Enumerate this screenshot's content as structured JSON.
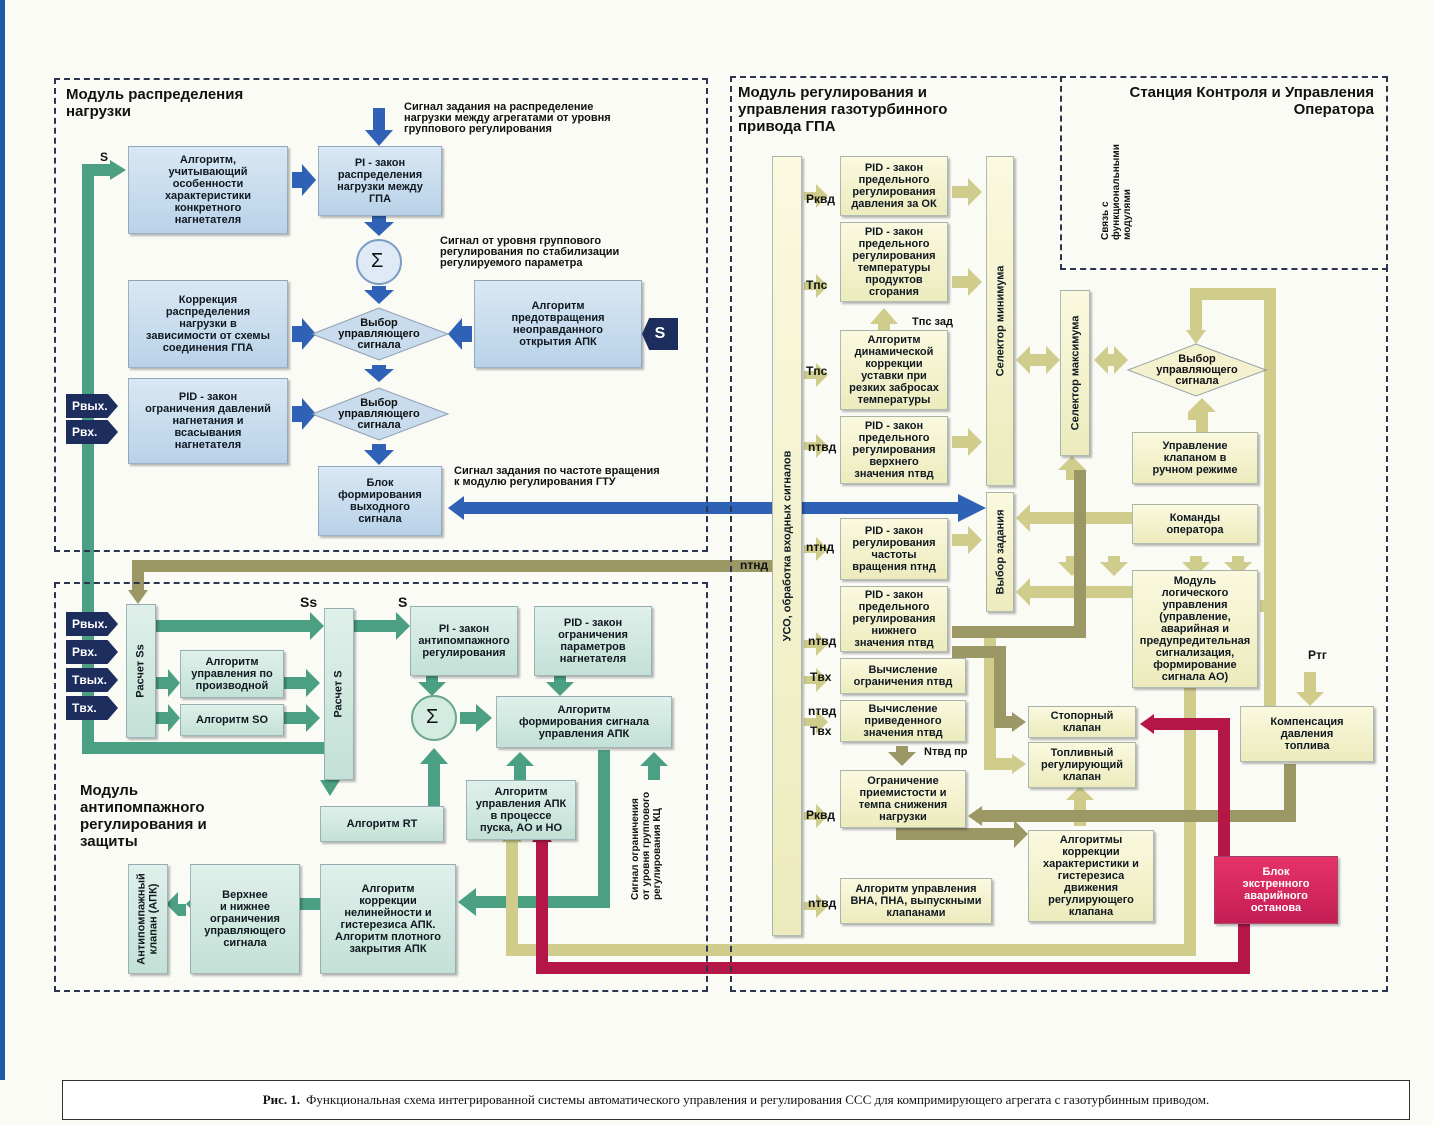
{
  "modules": {
    "load": "Модуль распределения\nнагрузки",
    "gtu": "Модуль регулирования и\nуправления газотурбинного\nпривода ГПА",
    "station": "Станция Контроля и Управления\nОператора",
    "antisurge": "Модуль\nантипомпажного\nрегулирования и\nзащиты"
  },
  "boxes": {
    "alg_char": "Алгоритм,\nучитывающий\nособенности\nхарактеристики\nконкретного\nнагнетателя",
    "pi_load": "PI - закон\nраспределения\nнагрузки между\nГПА",
    "corr_dist": "Коррекция\nраспределения\nнагрузки в\nзависимости от схемы\nсоединения ГПА",
    "alg_prev": "Алгоритм\nпредотвращения\nнеоправданного\nоткрытия АПК",
    "pid_press": "PID - закон\nограничения давлений\nнагнетания и\nвсасывания\nнагнетателя",
    "block_out": "Блок\nформирования\nвыходного\nсигнала",
    "pid_kvd": "PID - закон\nпредельного\nрегулирования\nдавления за ОК",
    "pid_temp": "PID - закон\nпредельного\nрегулирования\nтемпературы\nпродуктов\nсгорания",
    "alg_dyn": "Алгоритм\nдинамической\nкоррекции\nуставки при\nрезких забросах\nтемпературы",
    "pid_upper": "PID - закон\nпредельного\nрегулирования\nверхнего\nзначения nтвд",
    "pid_freq": "PID - закон\nрегулирования\nчастоты\nвращения nтнд",
    "pid_lower": "PID - закон\nпредельного\nрегулирования\nнижнего\nзначения nтвд",
    "calc_limit": "Вычисление\nограничения nтвд",
    "calc_reduced": "Вычисление\nприведенного\nзначения nтвд",
    "limit_rate": "Ограничение\nприемистости и\nтемпа снижения\nнагрузки",
    "alg_vna": "Алгоритм управления\nВНА, ПНА, выпускными\nклапанами",
    "manual": "Управление\nклапаном в\nручном режиме",
    "commands": "Команды\nоператора",
    "logic": "Модуль\nлогического\nуправления\n(управление,\nаварийная и\nпредупредительная\nсигнализация,\nформирование\nсигнала АО)",
    "stop_valve": "Стопорный\nклапан",
    "fuel_valve": "Топливный\nрегулирующий\nклапан",
    "comp_press": "Компенсация\nдавления\nтоплива",
    "alg_corr": "Алгоритмы\nкоррекции\nхарактеристики и\nгистерезиса\nдвижения\nрегулирующего\nклапана",
    "emergency": "Блок\nэкстренного\nаварийного\nостанова",
    "alg_prod": "Алгоритм\nуправления по\nпроизводной",
    "alg_so": "Алгоритм SO",
    "pi_anti": "PI - закон\nантипомпажного\nрегулирования",
    "pid_limits": "PID - закон\nограничения\nпараметров\nнагнетателя",
    "form_apk": "Алгоритм\nформирования сигнала\nуправления АПК",
    "alg_rt": "Алгоритм RT",
    "alg_apk_start": "Алгоритм\nуправления АПК\nв процессе\nпуска, АО и НО",
    "alg_nonlin": "Алгоритм\nкоррекции\nнелинейности и\nгистерезиса АПК.\nАлгоритм плотного\nзакрытия АПК",
    "upper_lower": "Верхнее\nи нижнее\nограничения\nуправляющего\nсигнала"
  },
  "diamonds": {
    "select1": "Выбор\nуправляющего\nсигнала",
    "select2": "Выбор\nуправляющего\nсигнала",
    "select3": "Выбор\nуправляющего\nсигнала"
  },
  "verticals": {
    "uso": "УСО, обработка входных сигналов",
    "selmin": "Селектор минимума",
    "selmax": "Селектор максимума",
    "vybor": "Выбор задания",
    "calc_ss": "Расчет Ss",
    "calc_s": "Расчет S",
    "apk_valve": "Антипомпажный\nклапан (АПК)"
  },
  "notes": {
    "sig_dist": "Сигнал задания на распределение\nнагрузки между агрегатами от уровня\nгруппового регулирования",
    "sig_group": "Сигнал от уровня группового\nрегулирования по стабилизации\nрегулируемого параметра",
    "sig_freq": "Сигнал задания по частоте вращения\nк модулю регулирования ГТУ",
    "sig_kc": "Сигнал ограничения\nот уровня группового\nрегулирования КЦ",
    "link": "Связь с\nфункциональными\nмодулями"
  },
  "signals": {
    "s_top": "S",
    "s_tag": "S",
    "ss": "Ss",
    "s_mid": "S",
    "sum": "Σ",
    "p_vyh1": "Pвых.",
    "p_vh1": "Pвх.",
    "p_vyh2": "Pвых.",
    "p_vh2": "Pвх.",
    "t_vyh": "Tвых.",
    "t_vh": "Tвх.",
    "p_kvd1": "Pквд",
    "t_ps1": "Tпс",
    "t_ps_zad": "Tпс зад",
    "t_ps2": "Tпс",
    "n_tvd1": "nтвд",
    "n_tnd1": "nтнд",
    "n_tnd2": "nтнд",
    "n_tvd2": "nтвд",
    "t_vx1": "Tвх",
    "n_tvd3": "nтвд",
    "t_vx2": "Tвх",
    "n_tvd_pr": "Nтвд пр",
    "p_kvd2": "Pквд",
    "n_tvd4": "nтвд",
    "p_tg": "Pтг"
  },
  "caption": {
    "label": "Рис. 1.",
    "text": "Функциональная схема интегрированной системы автоматического управления и регулирования ССС для компримирующего агрегата с газотурбинным приводом."
  },
  "colors": {
    "blue_flow": "#2f62b6",
    "green_flow": "#4ba083",
    "cream_flow": "#cfcc8c",
    "khaki_flow": "#9c9866",
    "red_flow": "#b41747"
  }
}
